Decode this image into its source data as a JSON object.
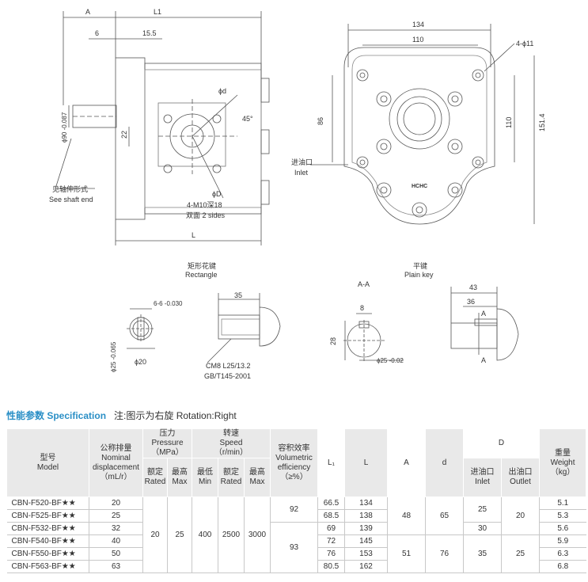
{
  "drawing": {
    "front": {
      "dim_A": "A",
      "dim_L1": "L1",
      "dim_6": "6",
      "dim_15_5": "15.5",
      "dim_phi90": "ϕ90 -0.087",
      "dim_22": "22",
      "dim_phi_d": "ϕd",
      "dim_45": "45°",
      "dim_phi_D": "ϕD",
      "thread_note": "4-M10深18",
      "sides_note": "双面 2 sides",
      "dim_L": "L",
      "shaft_note_cn": "见轴伸形式",
      "shaft_note_en": "See shaft end"
    },
    "side": {
      "dim_134": "134",
      "dim_110_top": "110",
      "dim_hole": "4-ϕ11",
      "dim_86": "86",
      "dim_110_right": "110",
      "dim_151_4": "151.4",
      "inlet_cn": "进油口",
      "inlet_en": "Inlet",
      "brand": "HCHC"
    },
    "rect_key": {
      "title_cn": "矩形花键",
      "title_en": "Rectangle",
      "dim_spline": "6-6 -0.030",
      "dim_phi25": "ϕ25 -0.065",
      "dim_phi20": "ϕ20",
      "dim_35": "35",
      "thread": "CM8 L25/13.2",
      "standard": "GB/T145-2001"
    },
    "plain_key": {
      "title_cn": "平键",
      "title_en": "Plain key",
      "section": "A-A",
      "dim_8": "8",
      "dim_28": "28",
      "dim_phi25": "ϕ25 -0.02",
      "dim_43": "43",
      "dim_36": "36",
      "label_A": "A"
    }
  },
  "spec": {
    "title": "性能参数 Specification",
    "note": "注:图示为右旋 Rotation:Right",
    "headers": {
      "model": "型号\nModel",
      "displacement": "公称排量\nNominal\ndisplacement\n（mL/r）",
      "pressure": "压力\nPressure\n（MPa）",
      "speed": "转速\nSpeed\n（r/min）",
      "efficiency": "容积效率\nVolumetric\nefficiency\n（≥%）",
      "L1": "L₁",
      "L": "L",
      "A": "A",
      "d": "d",
      "D": "D",
      "weight": "重量\nWeight\n（kg）",
      "rated": "额定\nRated",
      "max": "最高\nMax",
      "min": "最低\nMin",
      "inlet": "进油口\nInlet",
      "outlet": "出油口\nOutlet"
    },
    "rows": [
      {
        "model": "CBN-F520-BF★★",
        "disp": "20",
        "l1": "66.5",
        "l": "134",
        "inlet": "25",
        "weight": "5.1"
      },
      {
        "model": "CBN-F525-BF★★",
        "disp": "25",
        "l1": "68.5",
        "l": "138",
        "weight": "5.3"
      },
      {
        "model": "CBN-F532-BF★★",
        "disp": "32",
        "l1": "69",
        "l": "139",
        "inlet": "30",
        "weight": "5.6"
      },
      {
        "model": "CBN-F540-BF★★",
        "disp": "40",
        "l1": "72",
        "l": "145",
        "weight": "5.9"
      },
      {
        "model": "CBN-F550-BF★★",
        "disp": "50",
        "l1": "76",
        "l": "153",
        "inlet": "35",
        "weight": "6.3"
      },
      {
        "model": "CBN-F563-BF★★",
        "disp": "63",
        "l1": "80.5",
        "l": "162",
        "weight": "6.8"
      }
    ],
    "merged": {
      "pressure_rated": "20",
      "pressure_max": "25",
      "speed_min": "400",
      "speed_rated": "2500",
      "speed_max": "3000",
      "eff_1": "92",
      "eff_2": "93",
      "A_1": "48",
      "A_2": "51",
      "d_1": "65",
      "d_2": "76",
      "outlet_1": "20",
      "outlet_2": "25"
    }
  }
}
